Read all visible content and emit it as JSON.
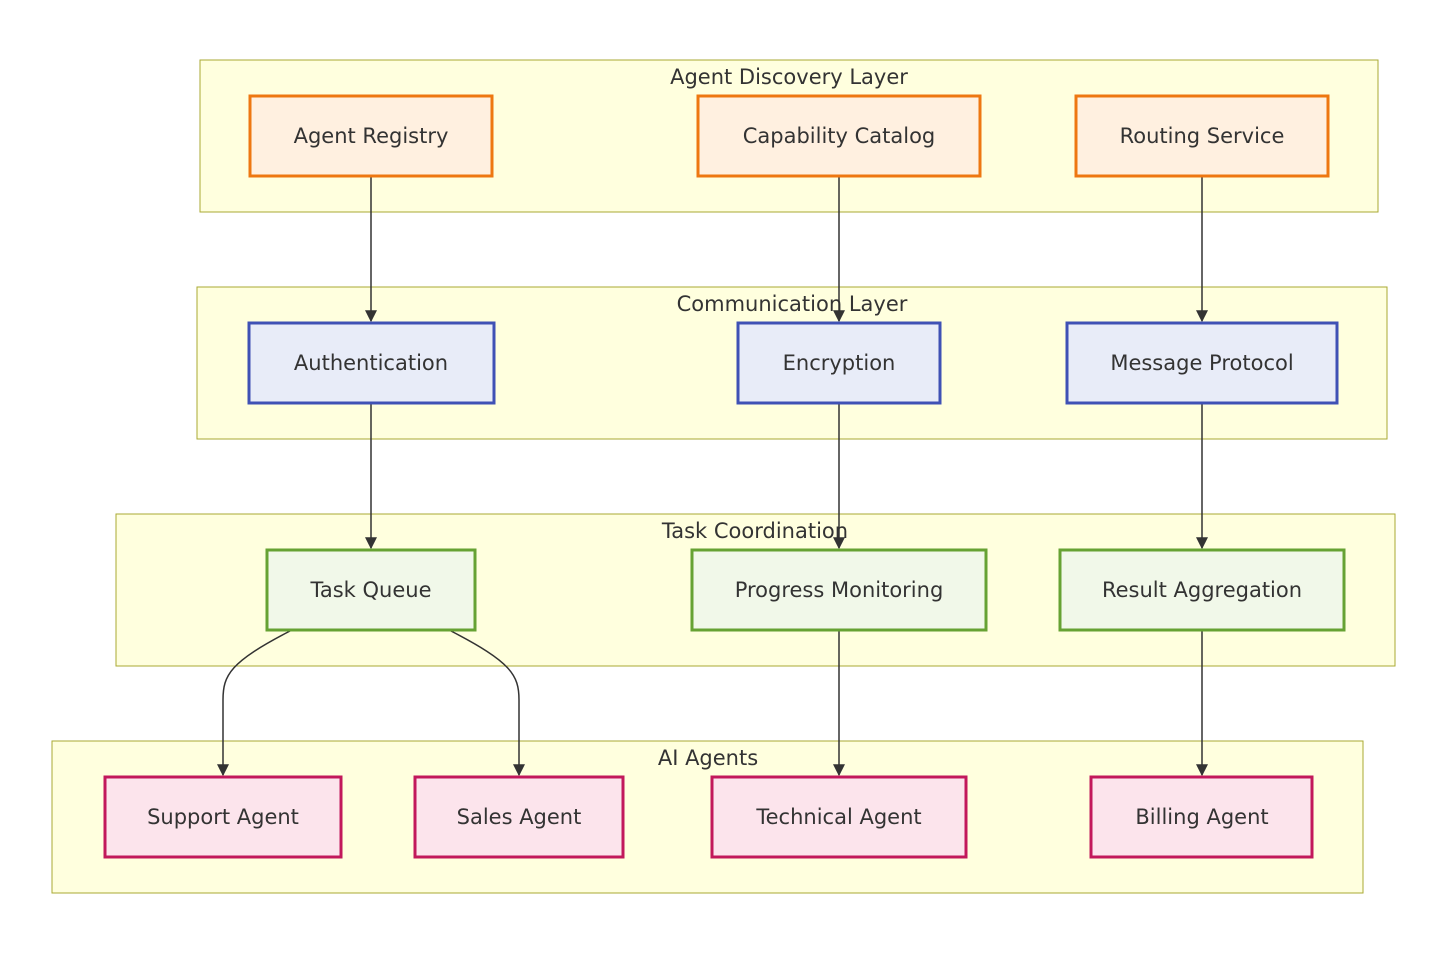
{
  "colors": {
    "cluster_fill": "#ffffde",
    "cluster_stroke": "#aaaa33",
    "edge": "#333333",
    "text": "#333333",
    "discovery_fill": "#fff0e0",
    "discovery_stroke": "#ee7711",
    "communication_fill": "#e8ecf8",
    "communication_stroke": "#3f51b5",
    "coordination_fill": "#f1f8e9",
    "coordination_stroke": "#66a233",
    "agents_fill": "#fce4ec",
    "agents_stroke": "#c2185b"
  },
  "clusters": {
    "discovery": "Agent Discovery Layer",
    "communication": "Communication Layer",
    "coordination": "Task Coordination",
    "agents": "AI Agents"
  },
  "nodes": {
    "agent_registry": "Agent Registry",
    "capability_catalog": "Capability Catalog",
    "routing_service": "Routing Service",
    "authentication": "Authentication",
    "encryption": "Encryption",
    "message_protocol": "Message Protocol",
    "task_queue": "Task Queue",
    "progress_monitoring": "Progress Monitoring",
    "result_aggregation": "Result Aggregation",
    "support_agent": "Support Agent",
    "sales_agent": "Sales Agent",
    "technical_agent": "Technical Agent",
    "billing_agent": "Billing Agent"
  },
  "edges": [
    {
      "from": "Agent Registry",
      "to": "Authentication"
    },
    {
      "from": "Capability Catalog",
      "to": "Encryption"
    },
    {
      "from": "Routing Service",
      "to": "Message Protocol"
    },
    {
      "from": "Authentication",
      "to": "Task Queue"
    },
    {
      "from": "Encryption",
      "to": "Progress Monitoring"
    },
    {
      "from": "Message Protocol",
      "to": "Result Aggregation"
    },
    {
      "from": "Task Queue",
      "to": "Support Agent"
    },
    {
      "from": "Task Queue",
      "to": "Sales Agent"
    },
    {
      "from": "Progress Monitoring",
      "to": "Technical Agent"
    },
    {
      "from": "Result Aggregation",
      "to": "Billing Agent"
    }
  ]
}
